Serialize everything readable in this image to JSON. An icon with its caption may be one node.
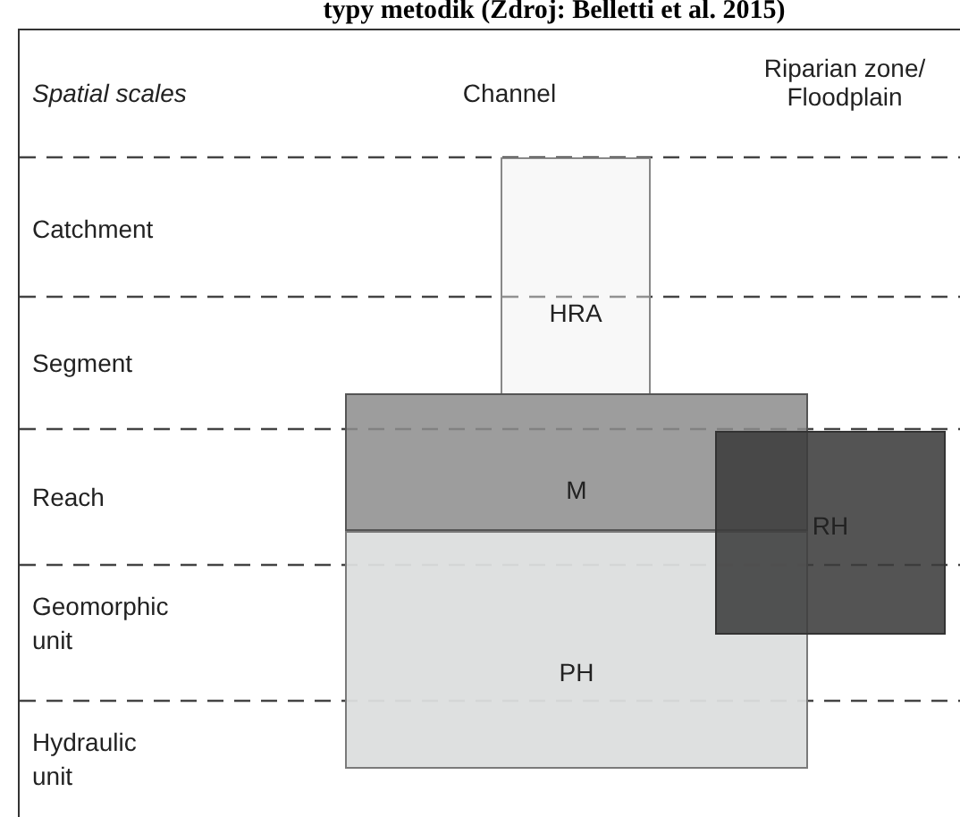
{
  "diagram": {
    "title": "typy metodik (Zdroj: Belletti et al. 2015)",
    "nodes": [
      {
        "text": [
          "PH"
        ]
      },
      {
        "text": [
          "M"
        ]
      },
      {
        "text": [
          "HRA"
        ]
      },
      {
        "text": [
          "RH"
        ]
      }
    ],
    "labels": [
      "Spatial scales",
      "Channel",
      "Riparian zone/ Floodplain",
      "Catchment",
      "Segment",
      "Reach",
      "Geomorphic unit",
      "Hydraulic unit"
    ]
  }
}
